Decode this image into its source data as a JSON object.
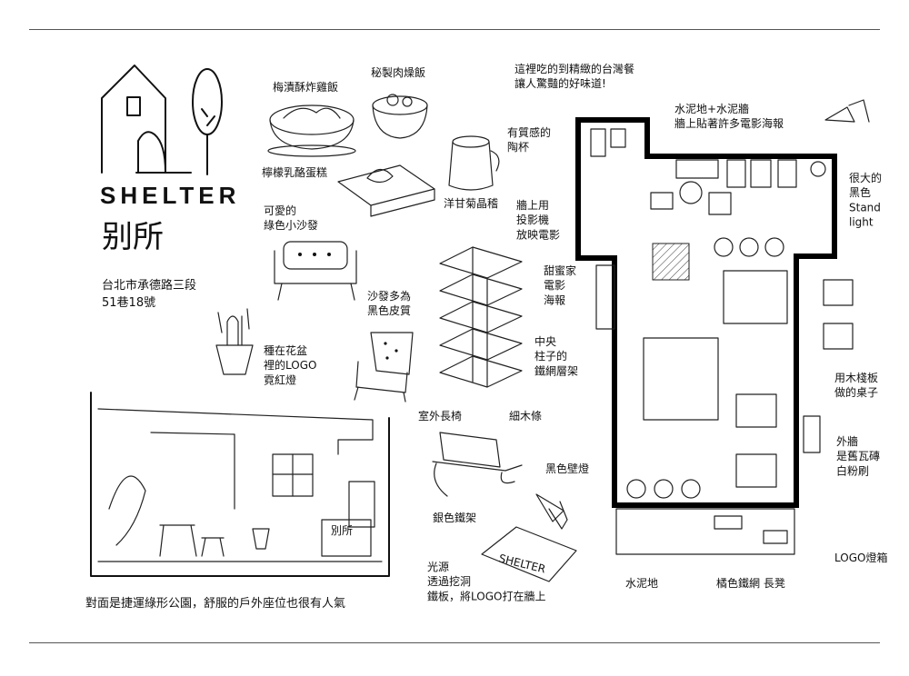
{
  "brand": {
    "name_en": "SHELTER",
    "name_cn": "别所"
  },
  "address": {
    "line1": "台北市承德路三段",
    "line2": "51巷18號"
  },
  "labels": {
    "food1": "梅漬酥炸雞飯",
    "food2": "秘製肉燥飯",
    "food3": "檸檬乳酪蛋糕",
    "cup": "有質感的\n陶杯",
    "tea": "洋甘菊晶稽",
    "sofa": "可愛的\n綠色小沙發",
    "sofa_note": "沙發多為\n黑色皮質",
    "planter": "種在花盆\n裡的LOGO\n霓紅燈",
    "shelf": "中央\n柱子的\n鐵網層架",
    "projector": "牆上用\n投影機\n放映電影",
    "poster": "甜蜜家\n電影\n海報",
    "bench": "室外長椅",
    "wood": "細木條",
    "iron": "銀色鐵架",
    "wall_lamp": "黑色壁燈",
    "light": "光源\n透過挖洞\n鐵板，將LOGO打在牆上",
    "floor_note": "水泥地+水泥牆\n牆上貼著許多電影海報",
    "intro": "這裡吃的到精緻的台灣餐\n讓人驚豔的好味道!",
    "stand_light": "很大的\n黑色\nStand\nlight",
    "table": "用木棧板\n做的桌子",
    "outer_wall": "外牆\n是舊瓦磚\n白粉刷",
    "logo_box": "LOGO燈箱",
    "cement": "水泥地",
    "orange_bench": "橘色鐵網 長凳",
    "footer": "對面是捷運綠形公園，舒服的戶外座位也很有人氣",
    "lamp_text": "SHELTER",
    "sign_text": "別所"
  }
}
